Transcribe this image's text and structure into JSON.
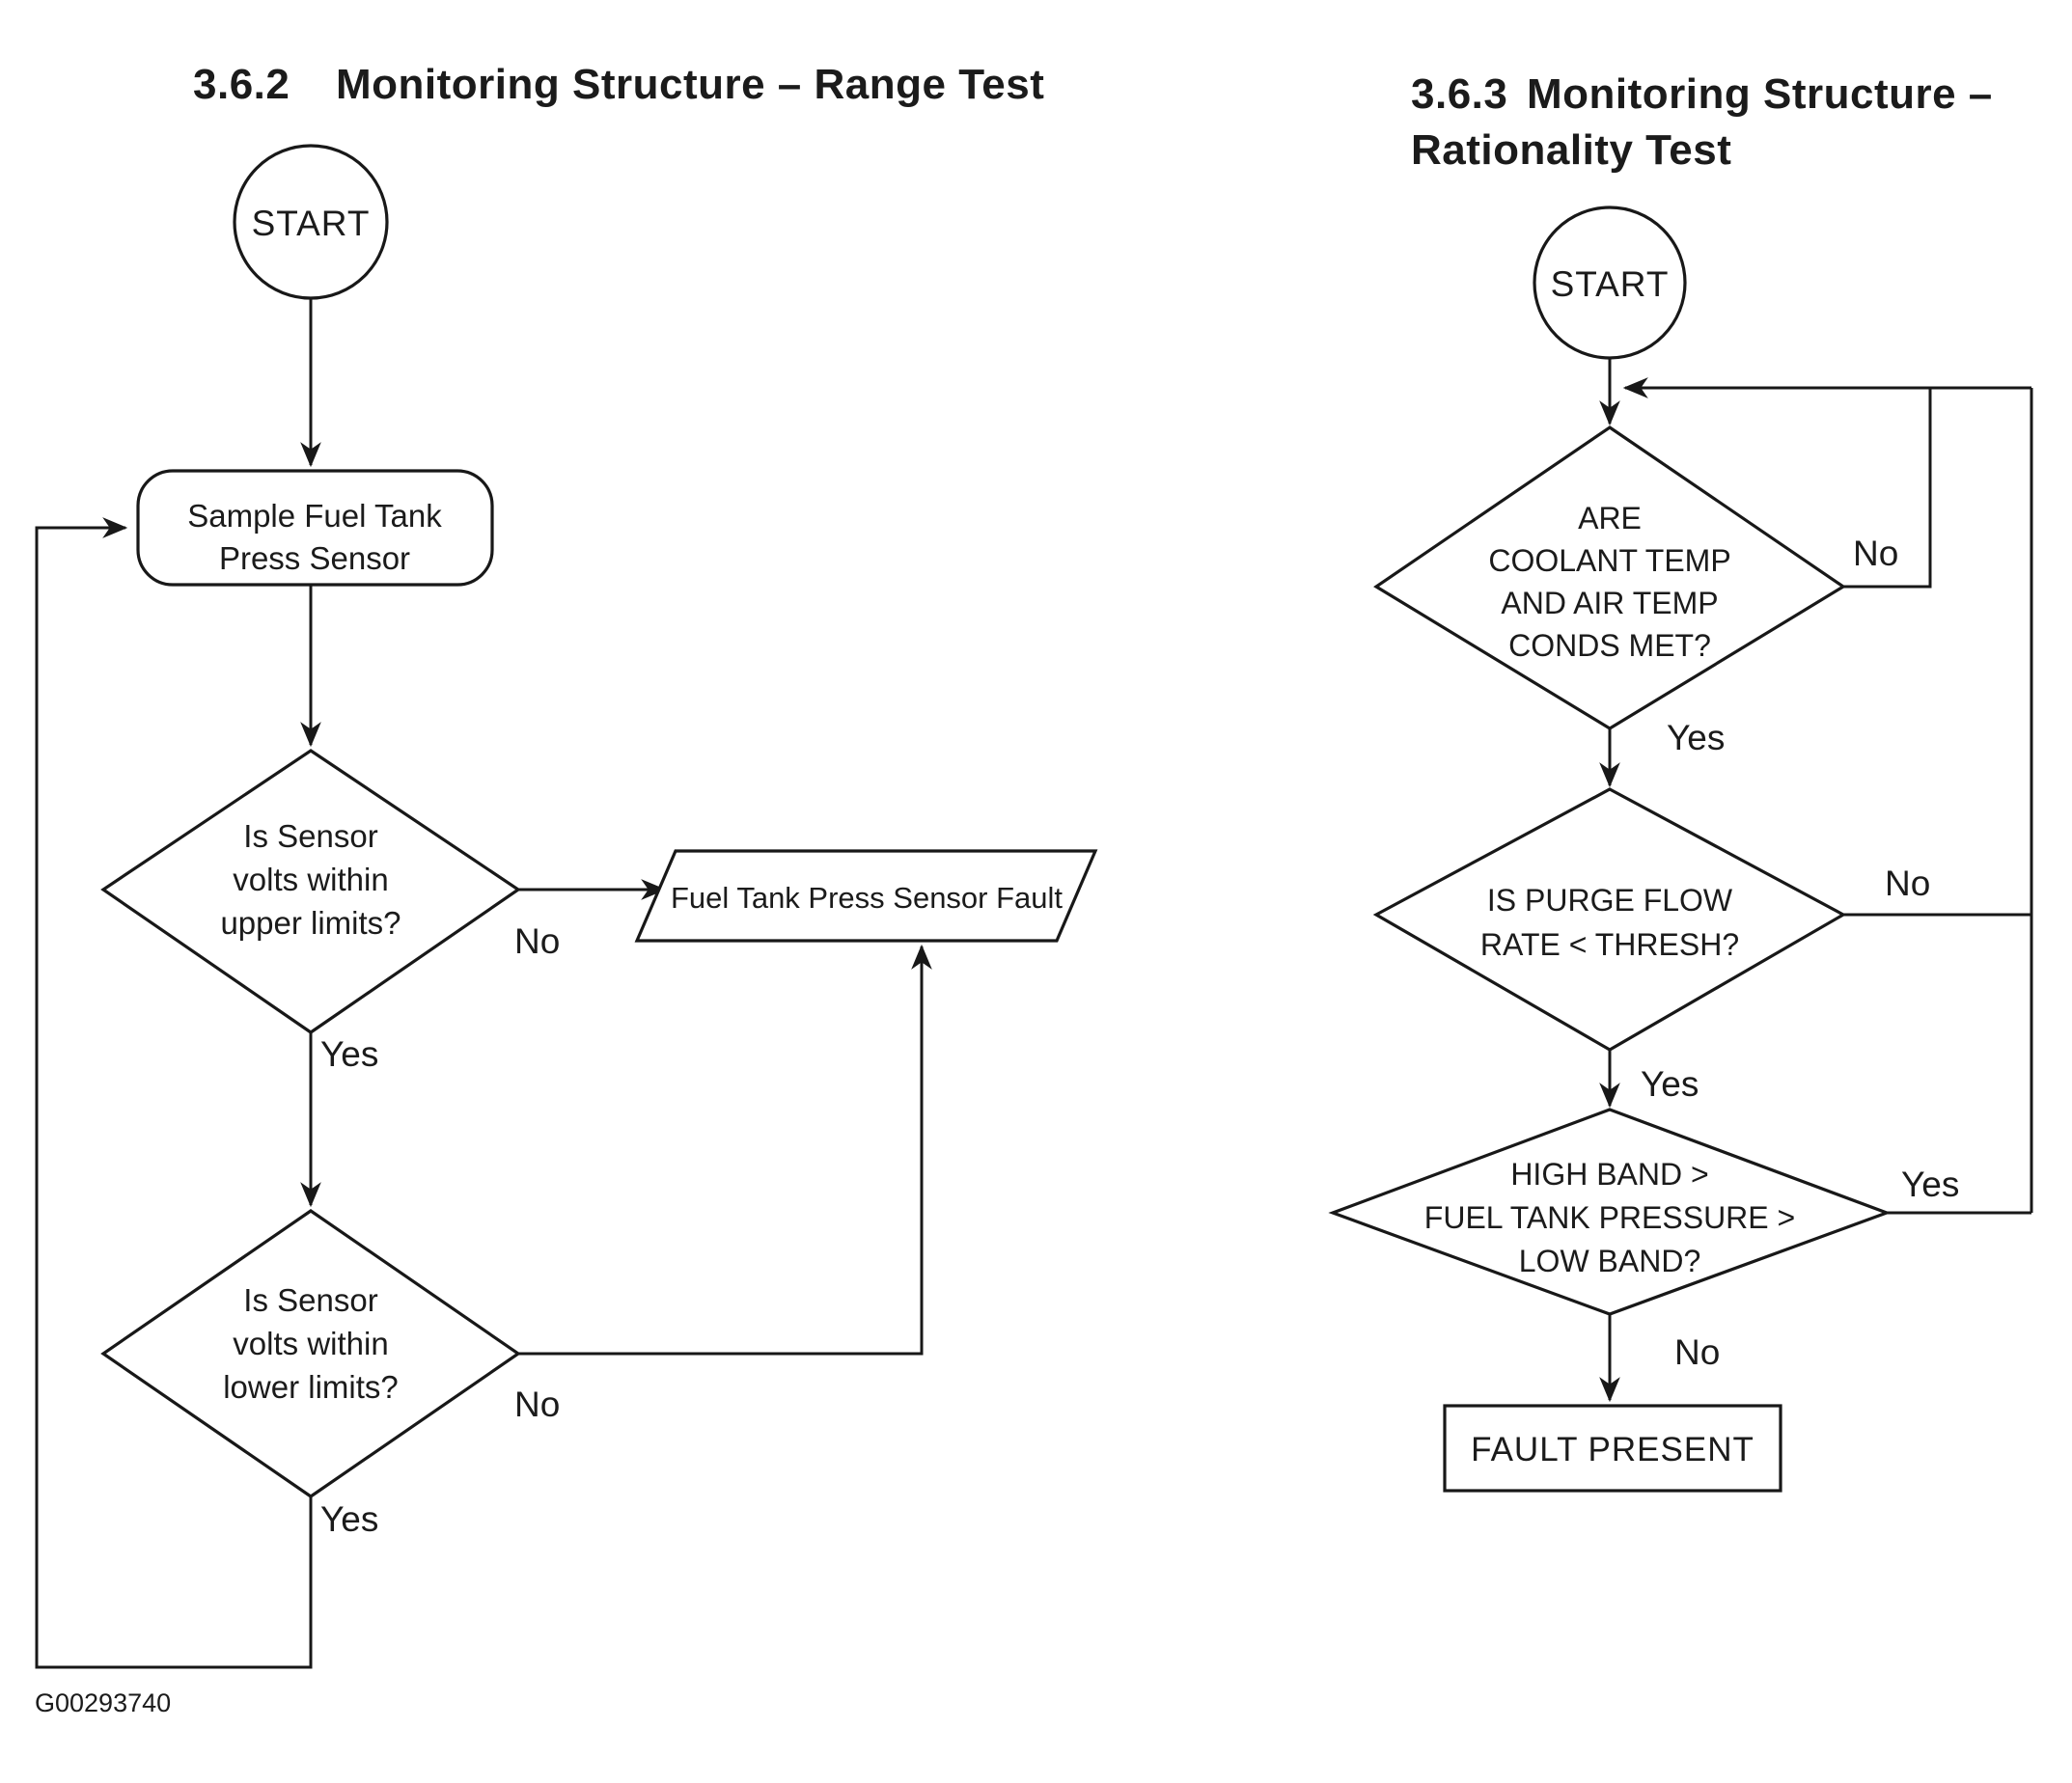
{
  "figure": {
    "id_label": "G00293740"
  },
  "left_chart": {
    "title_number": "3.6.2",
    "title_text": "Monitoring Structure – Range Test",
    "start_label": "START",
    "process_sample": {
      "line1": "Sample Fuel Tank",
      "line2": "Press Sensor"
    },
    "decision_upper": {
      "line1": "Is Sensor",
      "line2": "volts within",
      "line3": "upper limits?",
      "no": "No",
      "yes": "Yes"
    },
    "fault_output": "Fuel Tank Press Sensor Fault",
    "decision_lower": {
      "line1": "Is Sensor",
      "line2": "volts within",
      "line3": "lower limits?",
      "no": "No",
      "yes": "Yes"
    }
  },
  "right_chart": {
    "title_number": "3.6.3",
    "title_text_line1": "Monitoring Structure –",
    "title_text_line2": "Rationality Test",
    "start_label": "START",
    "decision_temp": {
      "line1": "ARE",
      "line2": "COOLANT TEMP",
      "line3": "AND AIR TEMP",
      "line4": "CONDS MET?",
      "no": "No",
      "yes": "Yes"
    },
    "decision_purge": {
      "line1": "IS PURGE FLOW",
      "line2": "RATE < THRESH?",
      "no": "No",
      "yes": "Yes"
    },
    "decision_band": {
      "line1": "HIGH BAND >",
      "line2": "FUEL TANK PRESSURE >",
      "line3": "LOW BAND?",
      "yes": "Yes",
      "no": "No"
    },
    "fault_box": "FAULT PRESENT"
  }
}
